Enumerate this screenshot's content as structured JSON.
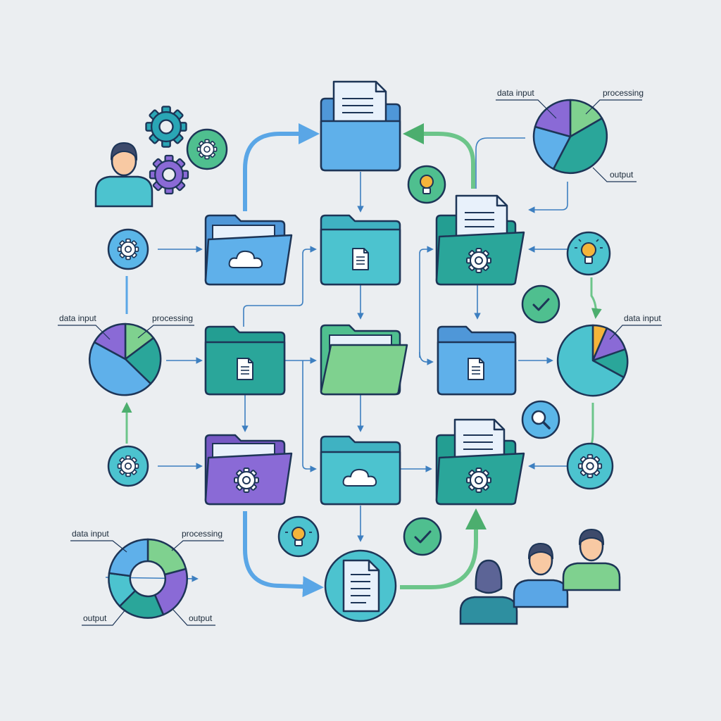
{
  "colors": {
    "background": "#ebeef1",
    "outline": "#1d3557",
    "blue": "#5aa6e6",
    "teal": "#4cc3cf",
    "green": "#2aa69a",
    "light_green": "#7fd18f",
    "purple": "#8a6ad6",
    "yellow": "#f5b43a",
    "paper": "#e8f1fb",
    "arrow_blue": "#5aa6e6",
    "arrow_green": "#6cc58a"
  },
  "labels": {
    "top_right_chart": {
      "data_input": "data input",
      "processing": "processing",
      "output": "output"
    },
    "left_chart": {
      "data_input": "data input",
      "processing": "processing"
    },
    "right_chart": {
      "data_input": "data input"
    },
    "bottom_left_chart": {
      "data_input": "data input",
      "processing": "processing",
      "output_left": "output",
      "output_right": "output"
    }
  },
  "icons": [
    "user-icon",
    "gear-icon",
    "folder-icon",
    "document-icon",
    "cloud-icon",
    "lightbulb-icon",
    "checkmark-icon",
    "magnifier-icon",
    "pie-chart-icon",
    "donut-chart-icon"
  ]
}
